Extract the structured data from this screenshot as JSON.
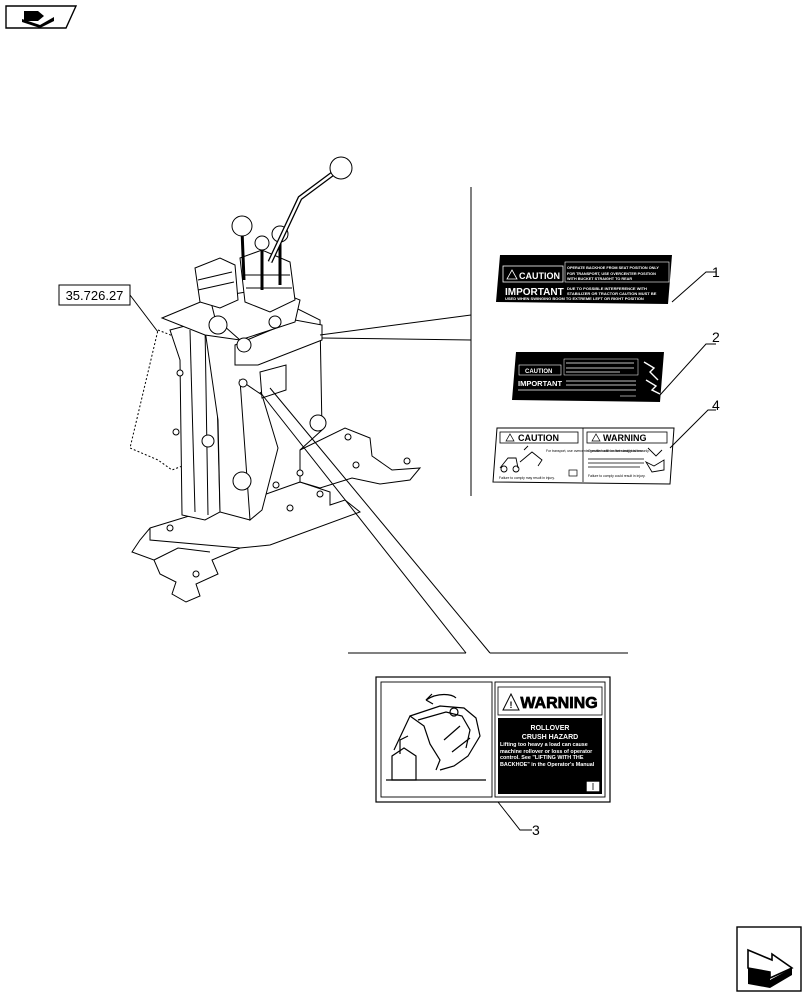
{
  "header": {
    "nav_icon": "book-forward-icon"
  },
  "footer": {
    "nav_icon": "next-page-arrow-icon"
  },
  "reference": {
    "label": "35.726.27"
  },
  "callouts": [
    {
      "number": "1"
    },
    {
      "number": "2"
    },
    {
      "number": "3"
    },
    {
      "number": "4"
    }
  ],
  "decal_1": {
    "caution": "CAUTION",
    "caution_line1": "OPERATE BACKHOE FROM SEAT POSITION ONLY",
    "caution_line2": "FOR TRANSPORT, USE OVERCENTER POSITION",
    "caution_line3": "WITH BUCKET STRAIGHT TO REAR",
    "important": "IMPORTANT",
    "important_line1": "DUE TO POSSIBLE INTERFERENCE WITH",
    "important_line2": "STABILIZER OR TRACTOR CAUTION MUST BE",
    "important_line3": "USED WHEN SWINGING BOOM TO EXTREME LEFT OR RIGHT POSITION"
  },
  "decal_2": {
    "caution": "CAUTION",
    "important": "IMPORTANT"
  },
  "decal_4": {
    "caution": "CAUTION",
    "warning": "WARNING",
    "left_text": "For transport, use overcenter position with bucket straight to rear.",
    "left_footer": "Failure to comply may result in injury.",
    "right_text_1": "Operate backhoe from seat position only.",
    "right_footer": "Failure to comply could result in injury."
  },
  "decal_3": {
    "warning": "WARNING",
    "title_1": "ROLLOVER",
    "title_2": "CRUSH HAZARD",
    "body": "Lifting too heavy a load can cause machine rollover or loss of operator control. See \"LIFTING WITH THE BACKHOE\" in the Operator's Manual"
  }
}
